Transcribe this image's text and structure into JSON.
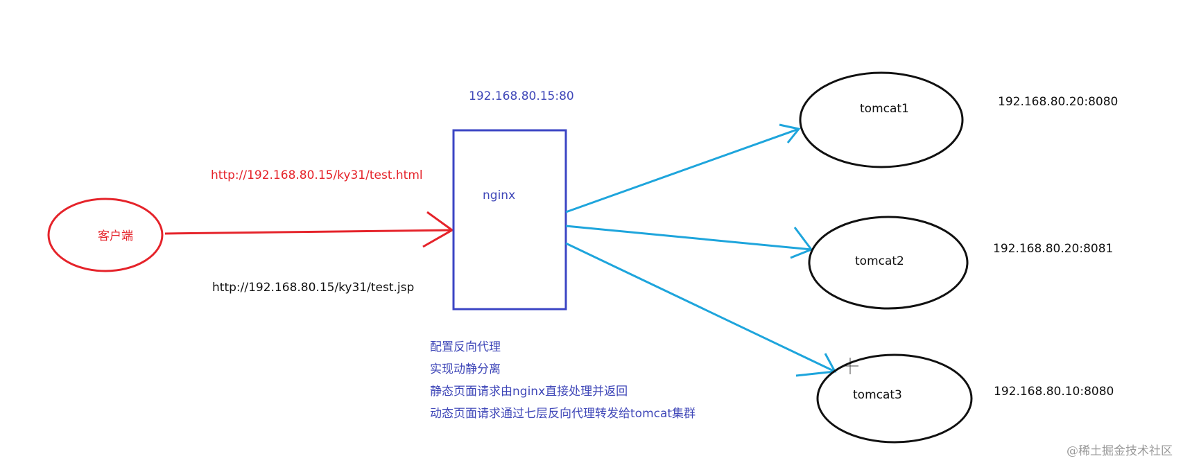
{
  "nodes": {
    "client": {
      "label": "客户端"
    },
    "nginx": {
      "label": "nginx",
      "address": "192.168.80.15:80"
    },
    "tomcat1": {
      "label": "tomcat1",
      "address": "192.168.80.20:8080"
    },
    "tomcat2": {
      "label": "tomcat2",
      "address": "192.168.80.20:8081"
    },
    "tomcat3": {
      "label": "tomcat3",
      "address": "192.168.80.10:8080"
    }
  },
  "requests": {
    "static_url": "http://192.168.80.15/ky31/test.html",
    "dynamic_url": "http://192.168.80.15/ky31/test.jsp"
  },
  "notes": [
    "配置反向代理",
    "实现动静分离",
    "静态页面请求由nginx直接处理并返回",
    "动态页面请求通过七层反向代理转发给tomcat集群"
  ],
  "colors": {
    "client_arrow": "#e5232a",
    "nginx_box": "#3b45c4",
    "proxy_arrows": "#1ea5dc",
    "server_ellipse": "#111111"
  },
  "watermark": "@稀土掘金技术社区"
}
